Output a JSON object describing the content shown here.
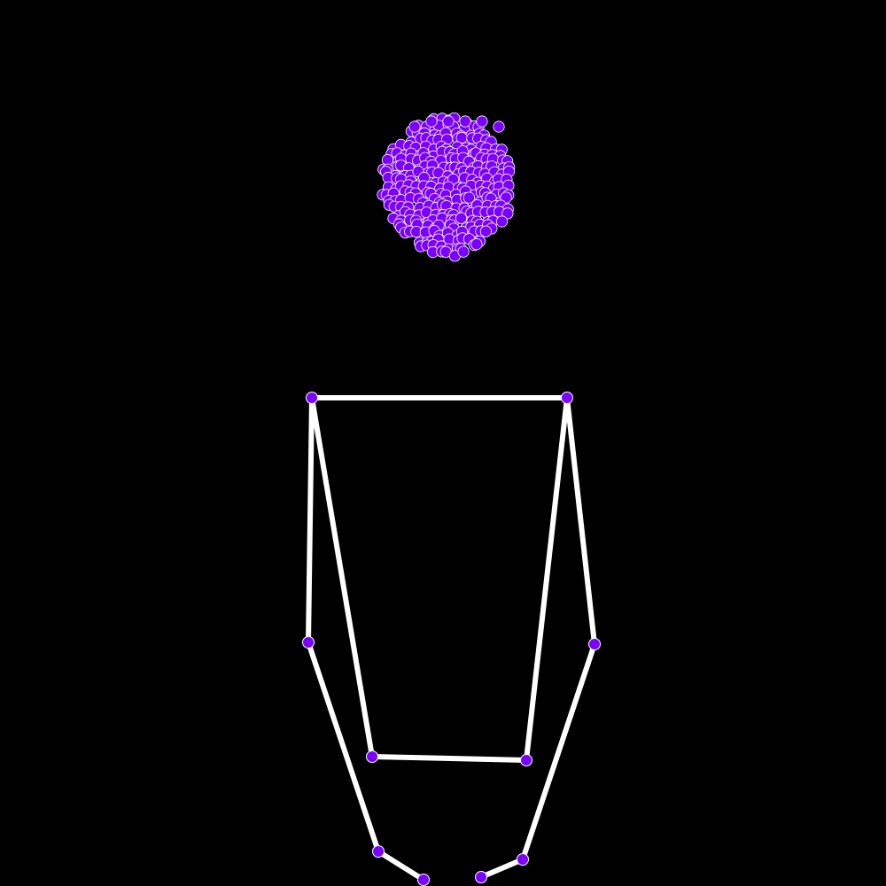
{
  "scene": {
    "background_color": "#000000",
    "keypoint_color": "#7B00FF",
    "keypoint_outline_color": "#FFFFFF",
    "bone_color": "#FFFFFF"
  },
  "skeleton": {
    "keypoints": [
      "left-shoulder",
      "right-shoulder",
      "left-elbow",
      "right-elbow",
      "left-wrist",
      "right-wrist",
      "left-hip",
      "right-hip",
      "left-hand",
      "right-hand"
    ],
    "bones": [
      [
        "left-shoulder",
        "right-shoulder"
      ],
      [
        "left-shoulder",
        "left-elbow"
      ],
      [
        "left-elbow",
        "left-wrist"
      ],
      [
        "left-wrist",
        "left-hand"
      ],
      [
        "right-shoulder",
        "right-elbow"
      ],
      [
        "right-elbow",
        "right-wrist"
      ],
      [
        "right-wrist",
        "right-hand"
      ],
      [
        "left-shoulder",
        "left-hip"
      ],
      [
        "right-shoulder",
        "right-hip"
      ],
      [
        "left-hip",
        "right-hip"
      ]
    ]
  },
  "face_mesh": {
    "shape": "dense cluster of facial landmark points"
  }
}
